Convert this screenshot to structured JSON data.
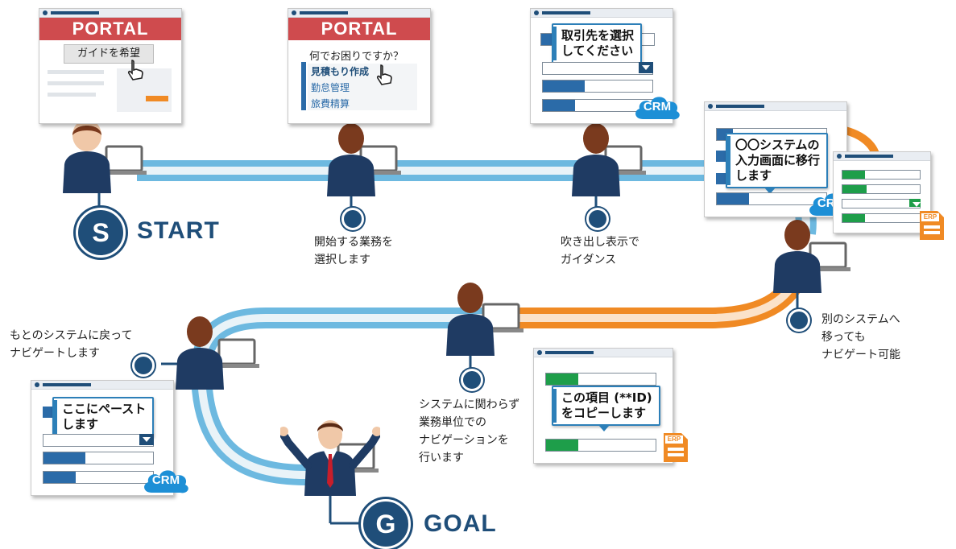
{
  "portal1": {
    "header": "PORTAL",
    "button": "ガイドを希望"
  },
  "portal2": {
    "header": "PORTAL",
    "question": "何でお困りですか？",
    "items": [
      "見積もり作成",
      "勤怠管理",
      "旅費精算"
    ]
  },
  "crm1": {
    "callout": [
      "取引先を選択",
      "してください"
    ],
    "logo": "CRM"
  },
  "crm2": {
    "callout": [
      "〇〇システムの",
      "入力画面に移行",
      "します"
    ],
    "logo": "CRM",
    "erp_tag": "ERP"
  },
  "erp1": {
    "callout": [
      "この項目 (**ID)",
      "をコピーします"
    ],
    "erp_tag": "ERP"
  },
  "crm3": {
    "callout": [
      "ここにペースト",
      "します"
    ],
    "logo": "CRM"
  },
  "start": {
    "letter": "S",
    "text": "START"
  },
  "goal": {
    "letter": "G",
    "text": "GOAL"
  },
  "confused_marks": "?  ?",
  "steps": [
    {
      "lines": [
        "開始する業務を",
        "選択します"
      ]
    },
    {
      "lines": [
        "吹き出し表示で",
        "ガイダンス"
      ]
    },
    {
      "lines": [
        "別のシステムへ",
        "移っても",
        "ナビゲート可能"
      ]
    },
    {
      "lines": [
        "システムに関わらず",
        "業務単位での",
        "ナビゲーションを",
        "行います"
      ]
    },
    {
      "lines": [
        "もとのシステムに戻って",
        "ナビゲートします"
      ]
    }
  ],
  "colors": {
    "navy": "#1f4e79",
    "blue_path": "#6db9e0",
    "orange_path": "#f08a24",
    "portal_red": "#cf4b4e",
    "crm_cloud": "#1d8fd6",
    "green": "#1e9e4a"
  }
}
